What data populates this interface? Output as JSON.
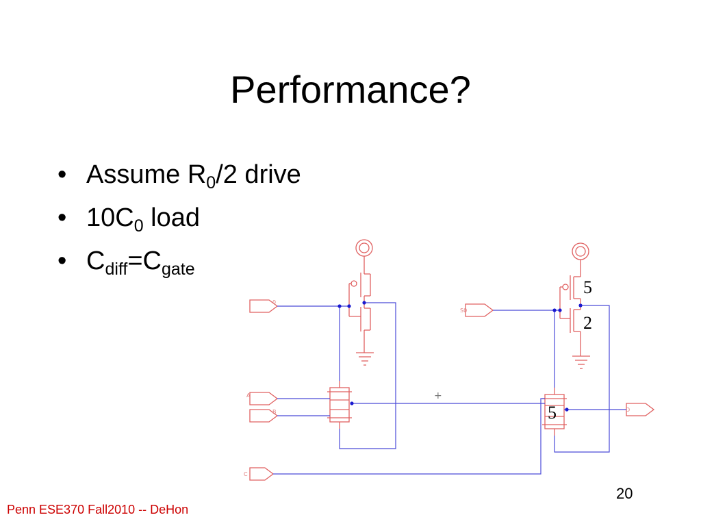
{
  "slide": {
    "title": "Performance?",
    "bullet_marker": "•",
    "bullets": [
      {
        "parts": [
          "Assume R",
          "0",
          "/2 drive"
        ]
      },
      {
        "parts": [
          "10C",
          "0",
          " load"
        ]
      },
      {
        "parts": [
          "C",
          "diff",
          "=C",
          "gate"
        ]
      }
    ],
    "footer": "Penn ESE370 Fall2010 -- DeHon",
    "page_number": "20"
  },
  "diagram": {
    "transistor_sizes": {
      "right_pmos": "5",
      "right_nmos": "2",
      "right_pass_gate": "5"
    },
    "node_marker": "+",
    "pin_labels": {
      "in_left": "0",
      "in_right": "S0",
      "in_a": "A",
      "in_b": "B",
      "in_c": "C",
      "out": "D"
    },
    "colors": {
      "component": "#e06060",
      "wire": "#4a4ad8",
      "footer_text": "#cc0000"
    }
  }
}
